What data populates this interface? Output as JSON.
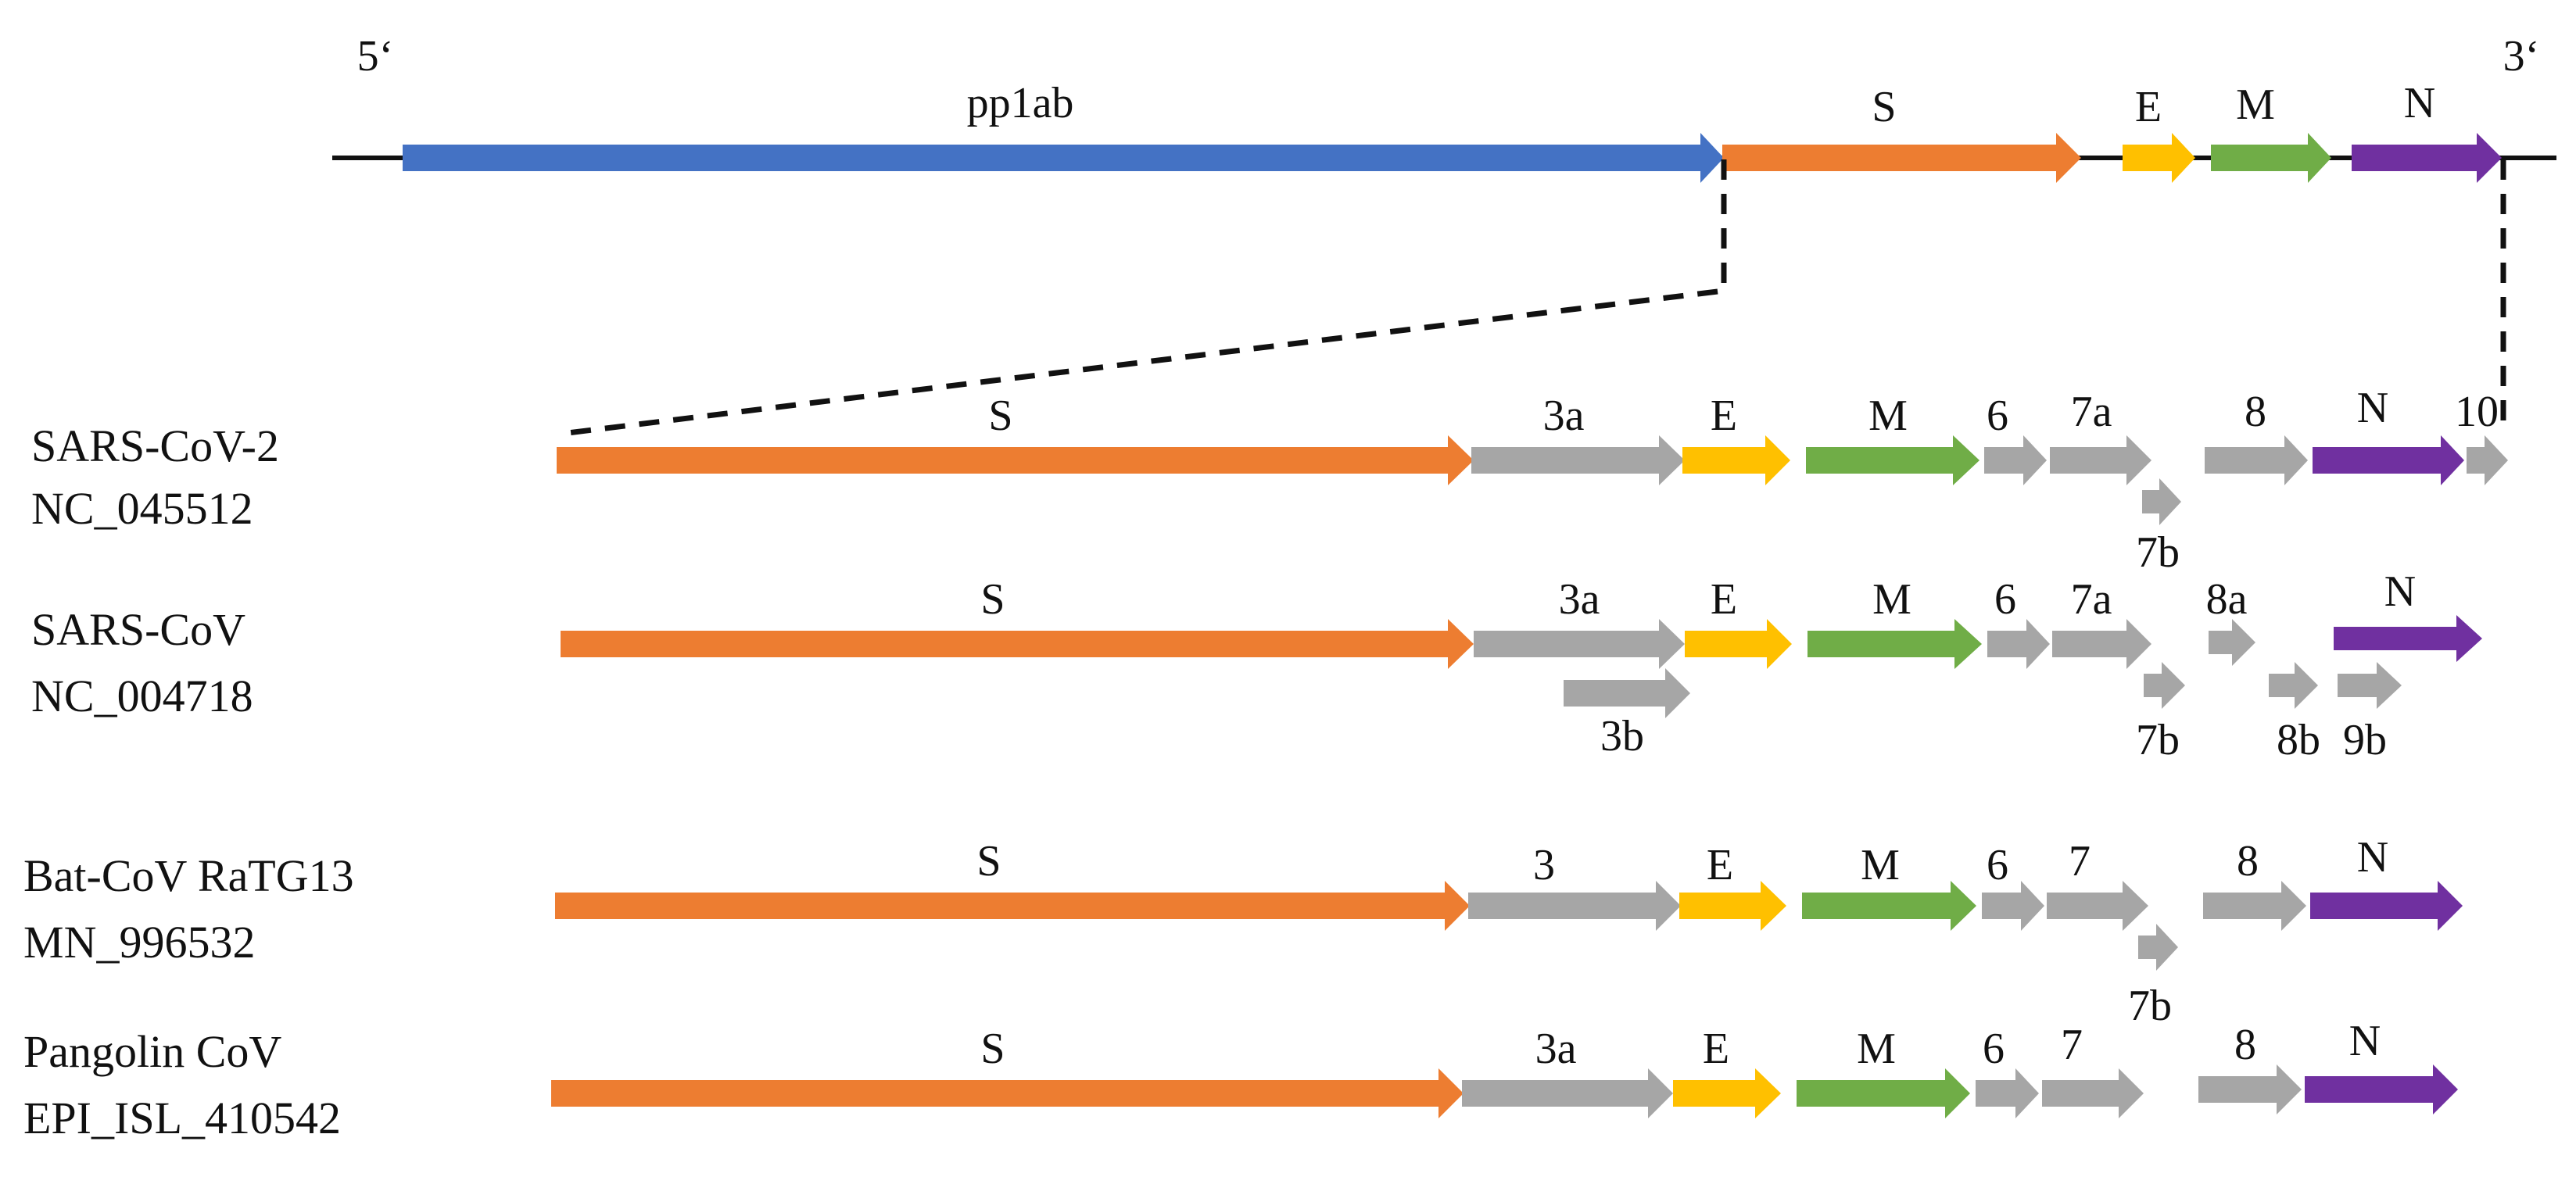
{
  "colors": {
    "pp1ab": "#4472C4",
    "S": "#ED7D31",
    "E": "#FFC000",
    "M": "#70AD47",
    "N": "#7030A0",
    "accessory": "#A6A6A6",
    "line": "#111111"
  },
  "reference": {
    "five_prime": "5‘",
    "three_prime": "3‘",
    "genes": [
      {
        "label": "pp1ab",
        "type": "pp1ab"
      },
      {
        "label": "S",
        "type": "S"
      },
      {
        "label": "E",
        "type": "E"
      },
      {
        "label": "M",
        "type": "M"
      },
      {
        "label": "N",
        "type": "N"
      }
    ]
  },
  "strains": [
    {
      "name": "SARS-CoV-2",
      "accession": "NC_045512",
      "genes": [
        {
          "label": "S",
          "type": "S"
        },
        {
          "label": "3a",
          "type": "accessory"
        },
        {
          "label": "E",
          "type": "E"
        },
        {
          "label": "M",
          "type": "M"
        },
        {
          "label": "6",
          "type": "accessory"
        },
        {
          "label": "7a",
          "type": "accessory"
        },
        {
          "label": "7b",
          "type": "accessory"
        },
        {
          "label": "8",
          "type": "accessory"
        },
        {
          "label": "N",
          "type": "N"
        },
        {
          "label": "10",
          "type": "accessory"
        }
      ]
    },
    {
      "name": "SARS-CoV",
      "accession": "NC_004718",
      "genes": [
        {
          "label": "S",
          "type": "S"
        },
        {
          "label": "3a",
          "type": "accessory"
        },
        {
          "label": "3b",
          "type": "accessory"
        },
        {
          "label": "E",
          "type": "E"
        },
        {
          "label": "M",
          "type": "M"
        },
        {
          "label": "6",
          "type": "accessory"
        },
        {
          "label": "7a",
          "type": "accessory"
        },
        {
          "label": "7b",
          "type": "accessory"
        },
        {
          "label": "8a",
          "type": "accessory"
        },
        {
          "label": "8b",
          "type": "accessory"
        },
        {
          "label": "9b",
          "type": "accessory"
        },
        {
          "label": "N",
          "type": "N"
        }
      ]
    },
    {
      "name": "Bat-CoV RaTG13",
      "accession": "MN_996532",
      "genes": [
        {
          "label": "S",
          "type": "S"
        },
        {
          "label": "3",
          "type": "accessory"
        },
        {
          "label": "E",
          "type": "E"
        },
        {
          "label": "M",
          "type": "M"
        },
        {
          "label": "6",
          "type": "accessory"
        },
        {
          "label": "7",
          "type": "accessory"
        },
        {
          "label": "7b",
          "type": "accessory"
        },
        {
          "label": "8",
          "type": "accessory"
        },
        {
          "label": "N",
          "type": "N"
        }
      ]
    },
    {
      "name": "Pangolin CoV",
      "accession": "EPI_ISL_410542",
      "genes": [
        {
          "label": "S",
          "type": "S"
        },
        {
          "label": "3a",
          "type": "accessory"
        },
        {
          "label": "E",
          "type": "E"
        },
        {
          "label": "M",
          "type": "M"
        },
        {
          "label": "6",
          "type": "accessory"
        },
        {
          "label": "7",
          "type": "accessory"
        },
        {
          "label": "8",
          "type": "accessory"
        },
        {
          "label": "N",
          "type": "N"
        }
      ]
    }
  ]
}
